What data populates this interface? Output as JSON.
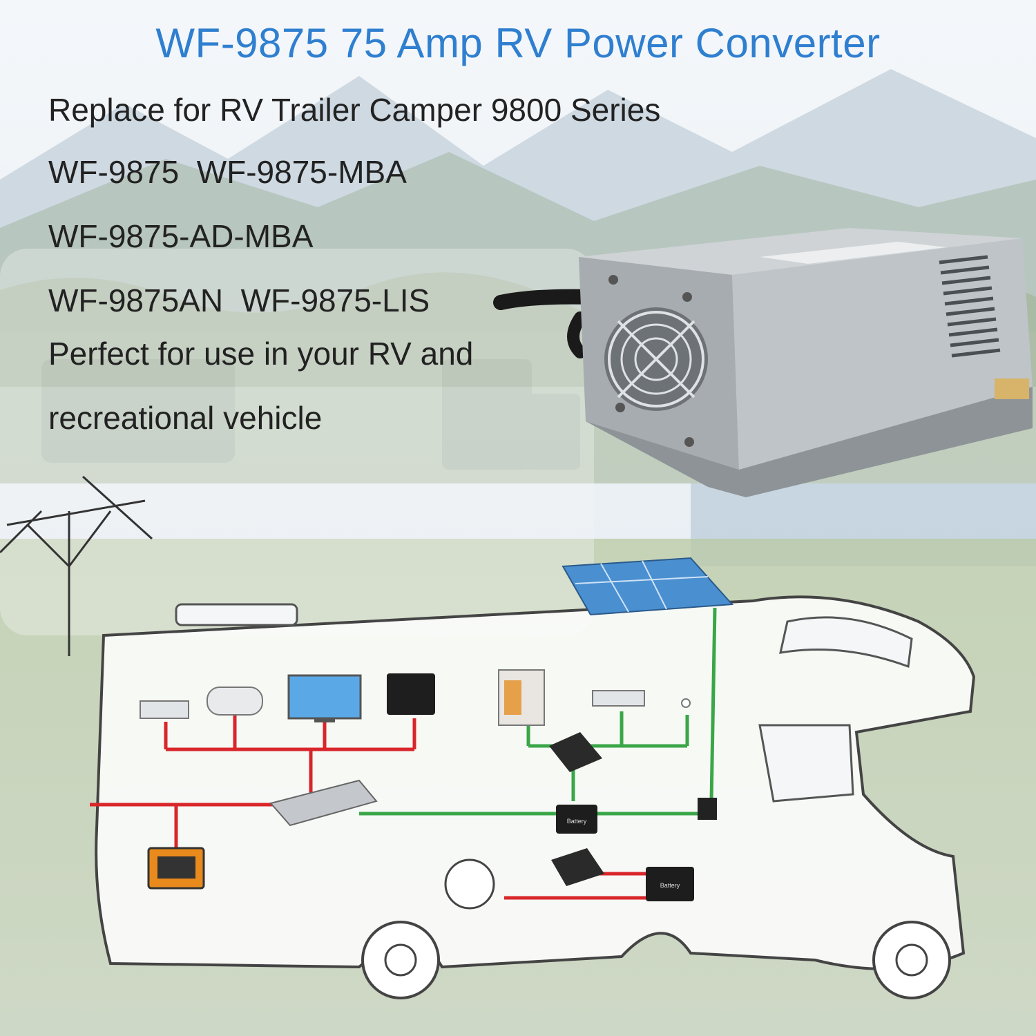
{
  "headline": "WF-9875 75 Amp RV Power Converter",
  "lines": [
    "Replace for RV Trailer Camper 9800 Series",
    "WF-9875  WF-9875-MBA",
    "WF-9875-AD-MBA",
    "WF-9875AN  WF-9875-LIS",
    "Perfect for use in your RV and",
    "recreational vehicle"
  ],
  "battery_label": "Battery",
  "colors": {
    "headline": "#2f7fd0",
    "ac_wire": "#d9262a",
    "dc_wire": "#3aa648",
    "body_text": "#222222"
  }
}
